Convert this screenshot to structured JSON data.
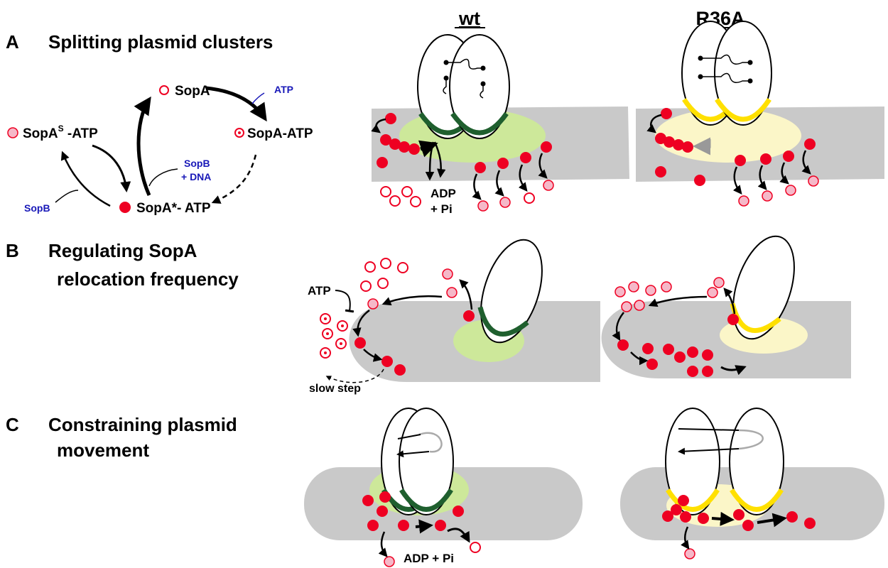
{
  "columns": {
    "wt": "wt",
    "mutant": "R36A"
  },
  "panels": {
    "a": {
      "letter": "A",
      "title": "Splitting plasmid clusters"
    },
    "b": {
      "letter": "B",
      "title_line1": "Regulating SopA",
      "title_line2": "relocation frequency"
    },
    "c": {
      "letter": "C",
      "title_line1": "Constraining plasmid",
      "title_line2": "movement"
    }
  },
  "cycle": {
    "sopA": "SopA",
    "sopA_atp": "SopA-ATP",
    "sopAs_prefix": "SopA",
    "sopAs_sup": "S",
    "sopAs_suffix": " -ATP",
    "sopA_star": "SopA*- ATP",
    "atp": "ATP",
    "sopB_dna_1": "SopB",
    "sopB_dna_2": "+ DNA",
    "sopB": "SopB"
  },
  "annotations": {
    "adp_1": "ADP",
    "adp_2": "+ Pi",
    "atp_b": "ATP",
    "slow_step": "slow step",
    "adp_c": "ADP + Pi"
  },
  "colors": {
    "red": "#ee0022",
    "pink": "#f5b8c8",
    "gray": "#c9c9c9",
    "light_green": "#cde89a",
    "dark_green": "#1f5f2e",
    "pale_yellow": "#fbf6c8",
    "yellow": "#ffe000",
    "blue_text": "#1818b8"
  }
}
